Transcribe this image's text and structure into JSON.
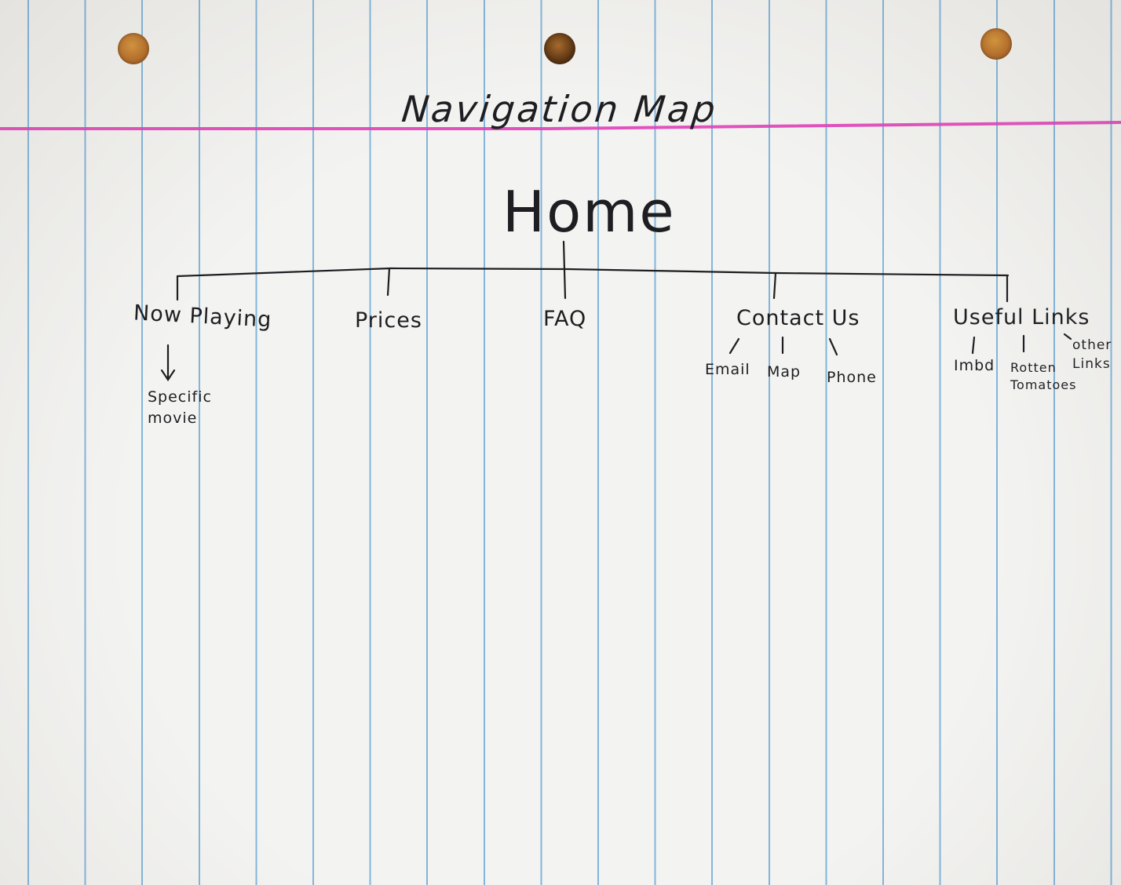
{
  "sheet": {
    "paper_color": "#f3f3f1",
    "rule_color": "#6eaad7",
    "margin_line_color": "#e040b8",
    "ink_color": "#1e1e22"
  },
  "title": "Navigation Map",
  "root": "Home",
  "children": [
    {
      "label": "Now Playing",
      "children": [
        "Specific\nmovie"
      ]
    },
    {
      "label": "Prices",
      "children": []
    },
    {
      "label": "FAQ",
      "children": []
    },
    {
      "label": "Contact Us",
      "children": [
        "Email",
        "Map",
        "Phone"
      ]
    },
    {
      "label": "Useful Links",
      "children": [
        "Imbd",
        "Rotten\nTomatoes",
        "other\nLinks"
      ]
    }
  ]
}
